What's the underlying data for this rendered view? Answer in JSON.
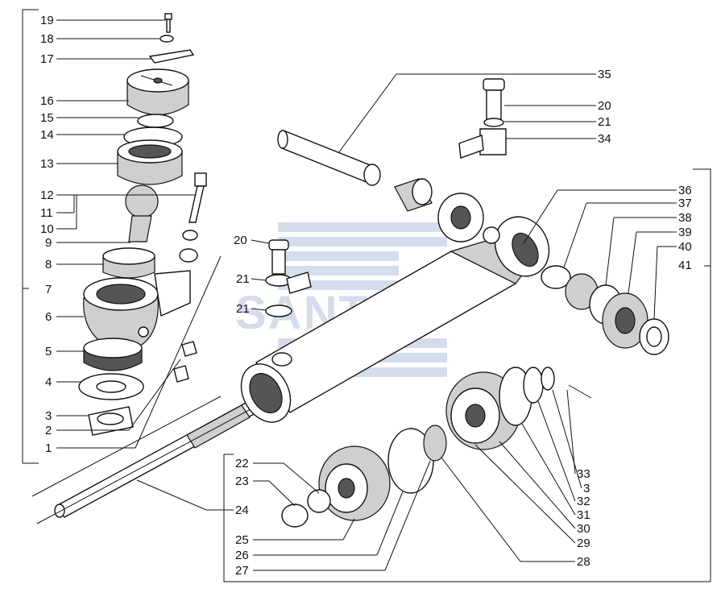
{
  "watermark": "SANTAL",
  "labels": {
    "l19": "19",
    "l18": "18",
    "l17": "17",
    "l16": "16",
    "l15": "15",
    "l14": "14",
    "l13": "13",
    "l12": "12",
    "l11": "11",
    "l10": "10",
    "l9": "9",
    "l8": "8",
    "l7": "7",
    "l6": "6",
    "l5": "5",
    "l4": "4",
    "l3": "3",
    "l2": "2",
    "l1": "1",
    "m35": "35",
    "m20": "20",
    "m21": "21",
    "m34": "34",
    "c20": "20",
    "c21a": "21",
    "c21b": "21",
    "r36": "36",
    "r37": "37",
    "r38": "38",
    "r39": "39",
    "r40": "40",
    "r41": "41",
    "r33": "33",
    "r3": "3",
    "r32": "32",
    "r31": "31",
    "r30": "30",
    "r29": "29",
    "r28": "28",
    "b22": "22",
    "b23": "23",
    "b24": "24",
    "b25": "25",
    "b26": "26",
    "b27": "27"
  }
}
